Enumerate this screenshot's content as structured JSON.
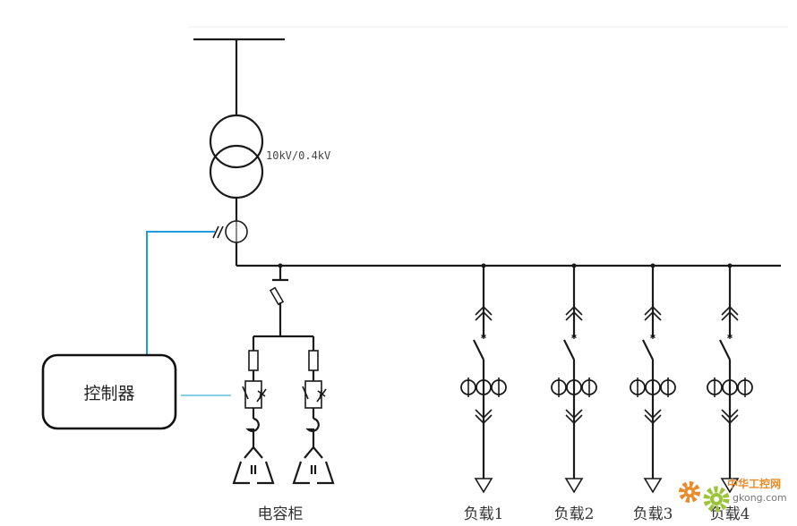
{
  "transformer": {
    "rating": "10kV/0.4kV"
  },
  "controller": {
    "label": "控制器"
  },
  "capacitor_cabinet": {
    "label": "电容柜",
    "branches": 2
  },
  "loads": [
    {
      "label": "负载1"
    },
    {
      "label": "负载2"
    },
    {
      "label": "负载3"
    },
    {
      "label": "负载4"
    }
  ],
  "watermark": {
    "name": "中华工控网",
    "site": "gkong.com"
  },
  "colors": {
    "wire": "#1a1a1a",
    "signal": "#1f9be0",
    "signal_light": "#5fc0d8",
    "watermark_orange": "#e98b2a",
    "watermark_green": "#9bc43a"
  }
}
